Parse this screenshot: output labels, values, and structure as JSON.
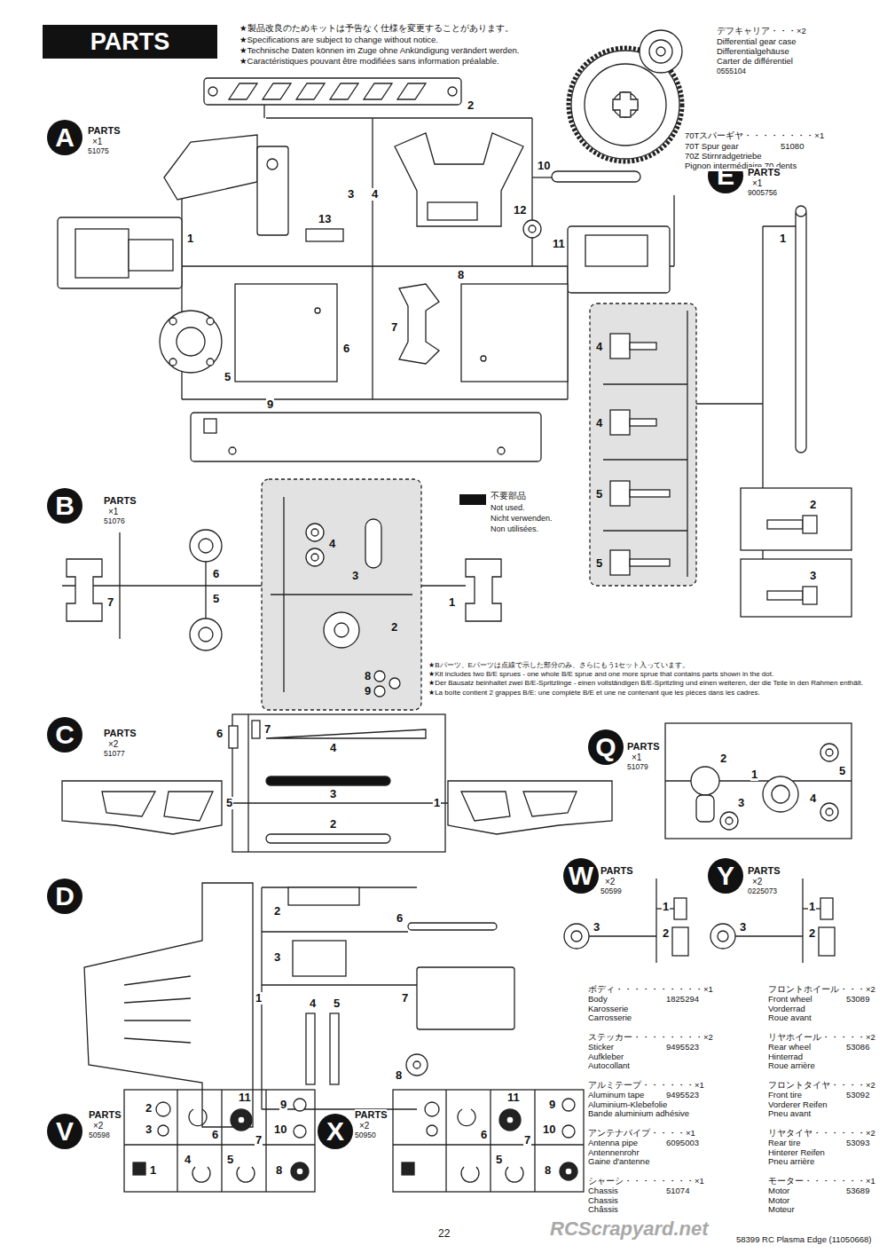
{
  "diagram": {
    "nodes": [
      {
        "text": [
          "PARTS"
        ]
      },
      {
        "text": [
          "A"
        ]
      },
      {
        "text": [
          "E"
        ]
      },
      {
        "text": [
          "B"
        ]
      },
      {
        "text": [
          "C"
        ]
      },
      {
        "text": [
          "Q"
        ]
      },
      {
        "text": [
          "D"
        ]
      },
      {
        "text": [
          "W"
        ]
      },
      {
        "text": [
          "Y"
        ]
      },
      {
        "text": [
          "V"
        ]
      },
      {
        "text": [
          "X"
        ]
      }
    ],
    "labels": [
      "★製品改良のためキットは予告なく仕様を変更することがあります。",
      "★Specifications are subject to change without notice.",
      "★Technische Daten können im Zuge ohne Ankündigung verändert werden.",
      "★Caractéristiques pouvant être modifiées sans information préalable.",
      "デフキャリア・・・×2",
      "Differential gear case",
      "Differentialgehäuse",
      "Carter de différentiel",
      "0555104",
      "70Tスパーギヤ・・・・・・・・×1",
      "70T Spur gear",
      "51080",
      "70Z Stirnradgetriebe",
      "Pignon intermédiaire 70 dents",
      "PARTS",
      "×1",
      "51075",
      "2",
      "3",
      "4",
      "13",
      "10",
      "12",
      "1",
      "11",
      "8",
      "7",
      "6",
      "5",
      "9",
      "PARTS",
      "×1",
      "9005756",
      "1",
      "4",
      "4",
      "5",
      "5",
      "2",
      "3",
      "PARTS",
      "×1",
      "51076",
      "6",
      "7",
      "5",
      "4",
      "3",
      "2",
      "8",
      "9",
      "1",
      "Not used.",
      "Nicht verwenden.",
      "Non utilisées.",
      "★Bパーツ、Eパーツは点線で示した部分のみ、さらにもう1セット入っています。",
      "★Kit includes two B/E sprues - one whole B/E sprue and one more sprue that contains parts shown in the dot.",
      "★Der Bausatz beinhaltet zwei B/E-Spritzlinge - einen vollständigen B/E-Spritzling und einen weiteren, der die Teile in den Rahmen enthält.",
      "★La boîte contient 2 grappes B/E: une complète B/E et une ne contenant que les pièces dans les cadres.",
      "PARTS",
      "×2",
      "51077",
      "6",
      "7",
      "4",
      "3",
      "5",
      "1",
      "2",
      "PARTS",
      "×1",
      "51079",
      "2",
      "1",
      "5",
      "3",
      "4",
      "2",
      "6",
      "3",
      "1",
      "7",
      "4",
      "5",
      "8",
      "PARTS",
      "×2",
      "50599",
      "3",
      "1",
      "2",
      "PARTS",
      "×2",
      "0225073",
      "3",
      "1",
      "2",
      "ボディ・・・・・・・・・・×1",
      "Body",
      "1825294",
      "Karosserie",
      "Carrosserie",
      "フロントホイール・・・×2",
      "Front wheel",
      "53089",
      "Vorderrad",
      "Roue avant",
      "ステッカー・・・・・・・・×2",
      "Sticker",
      "9495523",
      "Aufkleber",
      "Autocollant",
      "リヤホイール・・・・・×2",
      "Rear wheel",
      "53086",
      "Hinterrad",
      "Roue arrière",
      "アルミテープ・・・・・・×1",
      "Aluminum tape",
      "9495523",
      "Aluminium-Klebefolie",
      "Bande aluminium adhésive",
      "フロントタイヤ・・・・×2",
      "Front tire",
      "53092",
      "Vorderer Reifen",
      "Pneu avant",
      "アンテナパイプ・・・・×1",
      "Antenna pipe",
      "6095003",
      "Antennenrohr",
      "Gaine d'antenne",
      "リヤタイヤ・・・・・・×2",
      "Rear tire",
      "53093",
      "Hinterer Reifen",
      "Pneu arrière",
      "シャーシ・・・・・・・・×1",
      "Chassis",
      "51074",
      "Chassis",
      "Châssis",
      "モーター・・・・・・・×1",
      "Motor",
      "53689",
      "Motor",
      "Moteur",
      "PARTS",
      "×2",
      "50598",
      "11",
      "2",
      "3",
      "6",
      "7",
      "9",
      "10",
      "5",
      "1",
      "4",
      "8",
      "PARTS",
      "×2",
      "50950",
      "11",
      "9",
      "7",
      "10",
      "5",
      "6",
      "8",
      "22",
      "58399 RC Plasma Edge (11050668)",
      "RCScrapyard.net"
    ],
    "legend": [
      {
        "text": "不要部品",
        "color": "#111111"
      }
    ]
  }
}
